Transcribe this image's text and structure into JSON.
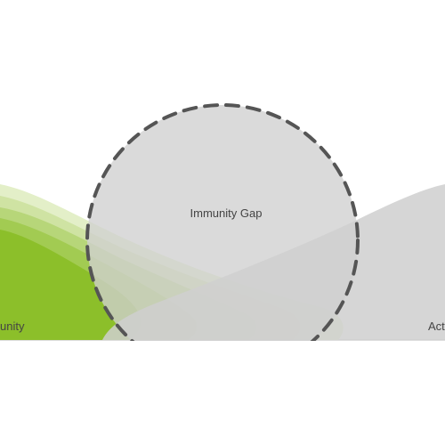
{
  "labels": {
    "left": "unity",
    "center": "Immunity Gap",
    "right": "Act"
  },
  "colors": {
    "green_layers": [
      "#e3efc8",
      "#cfe3a3",
      "#b7d679",
      "#a2cb52",
      "#8cbf2a"
    ],
    "gap_circle_fill": "#d4d4d4",
    "gap_circle_stroke": "#555555",
    "right_hill_fill": "#cfcfcf",
    "baseline": "#dcdcdc"
  }
}
